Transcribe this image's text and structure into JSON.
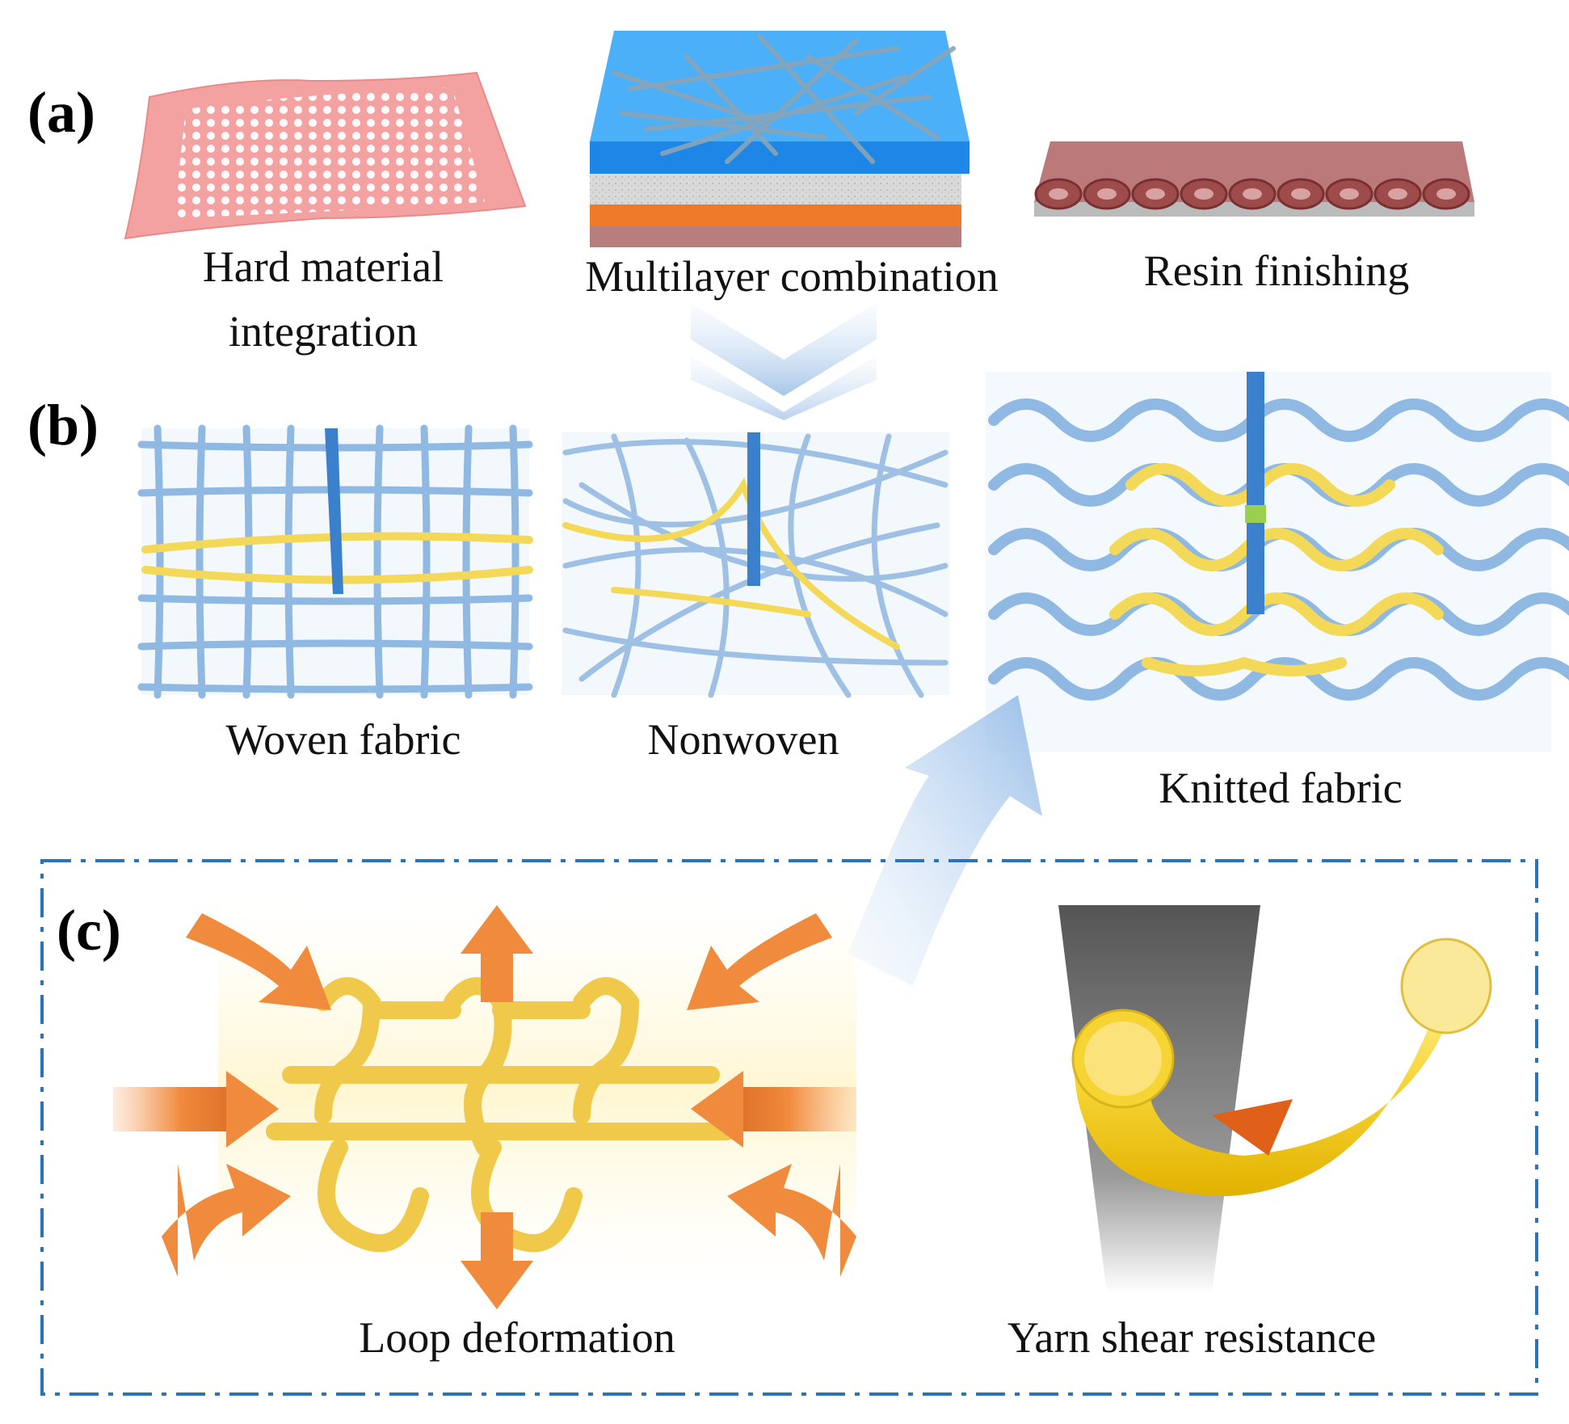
{
  "panel_a": {
    "letter": "(a)",
    "items": [
      {
        "label_line1": "Hard material",
        "label_line2": "integration",
        "icon": "perforated-sheet"
      },
      {
        "label": "Multilayer combination",
        "icon": "layered-block"
      },
      {
        "label": "Resin finishing",
        "icon": "coated-yarn-sheet"
      }
    ]
  },
  "panel_b": {
    "letter": "(b)",
    "items": [
      {
        "label": "Woven fabric",
        "icon": "woven-grid"
      },
      {
        "label": "Nonwoven",
        "icon": "random-fiber-web"
      },
      {
        "label": "Knitted fabric",
        "icon": "knit-loops"
      }
    ]
  },
  "panel_c": {
    "letter": "(c)",
    "items": [
      {
        "label": "Loop deformation",
        "icon": "loops-with-force-arrows"
      },
      {
        "label": "Yarn shear resistance",
        "icon": "blade-on-yarn"
      }
    ]
  },
  "colors": {
    "blue_fiber": "#8fb9e2",
    "yellow_yarn": "#f3d957",
    "orange_arrow": "#f08a3c",
    "dash_frame": "#2a73b8",
    "pink_sheet": "#f4a1a1",
    "blue_resin": "#3a9ef0"
  }
}
